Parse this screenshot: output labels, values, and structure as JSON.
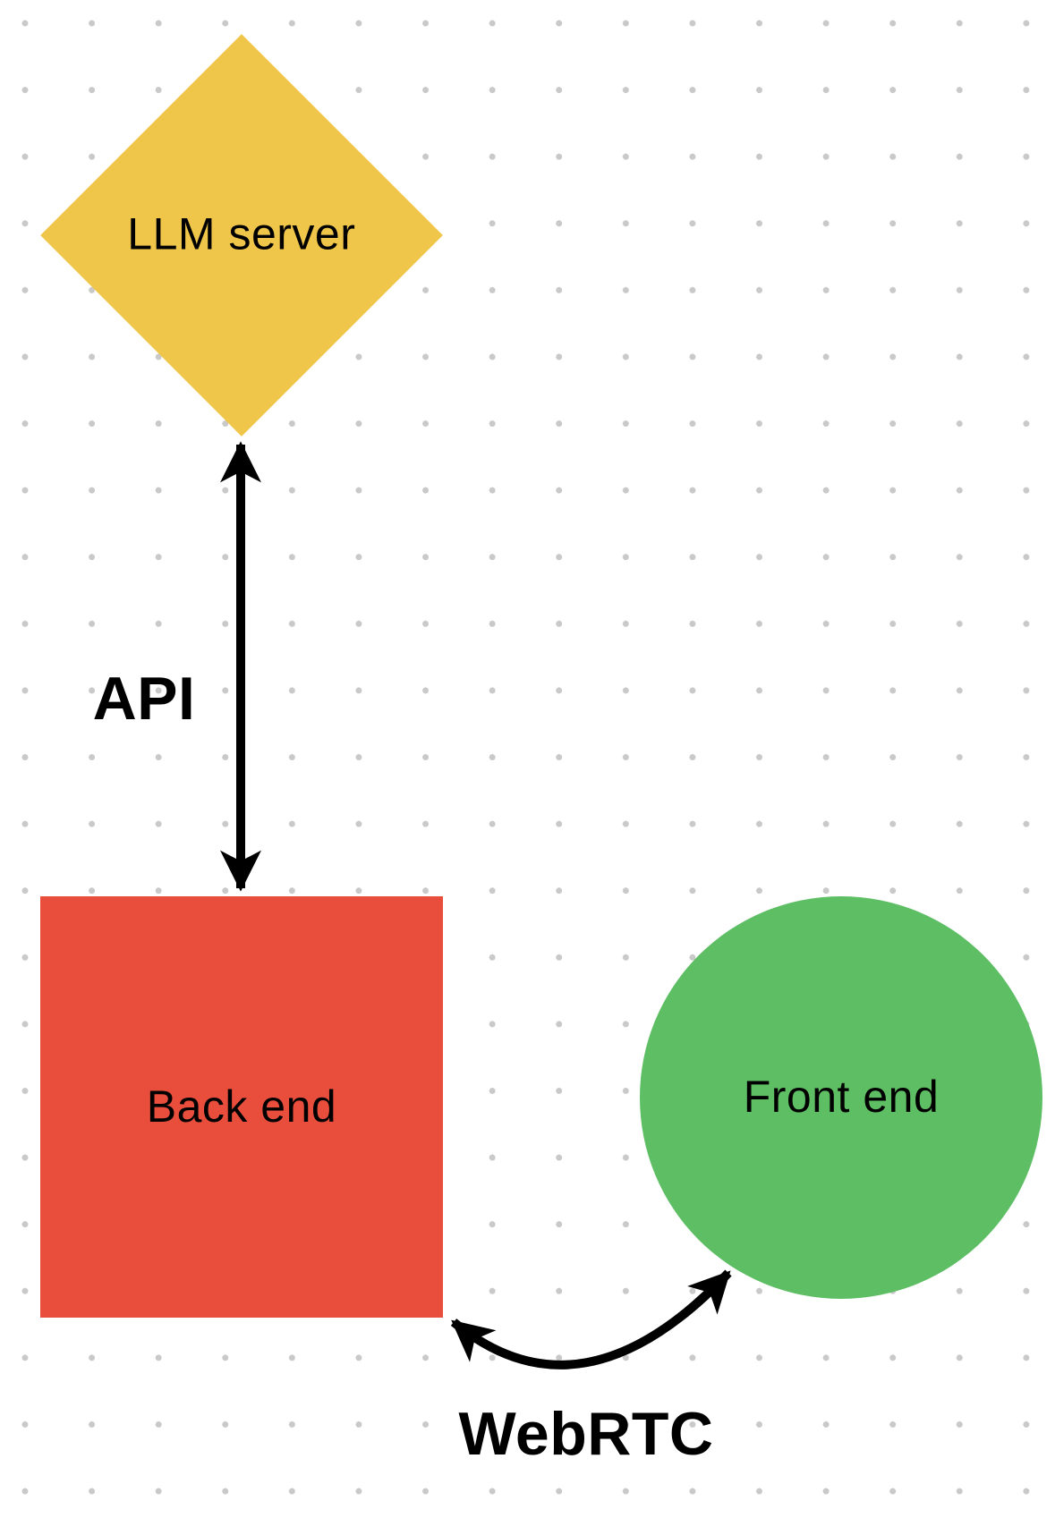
{
  "diagram": {
    "background": {
      "pattern": "dot-grid",
      "dot_color": "#c9c9c9",
      "bg_color": "#ffffff"
    },
    "nodes": [
      {
        "label": "LLM server",
        "shape": "diamond",
        "color": "#f0c64a"
      },
      {
        "label": "Back end",
        "shape": "square",
        "color": "#e94e3d"
      },
      {
        "label": "Front end",
        "shape": "circle",
        "color": "#5ebe64"
      }
    ],
    "edges": [
      {
        "label": "API",
        "style": "double-headed straight vertical arrow",
        "color": "#000000",
        "connects": [
          "LLM server",
          "Back end"
        ]
      },
      {
        "label": "WebRTC",
        "style": "double-headed curved arrow",
        "color": "#000000",
        "connects": [
          "Back end",
          "Front end"
        ]
      }
    ]
  }
}
